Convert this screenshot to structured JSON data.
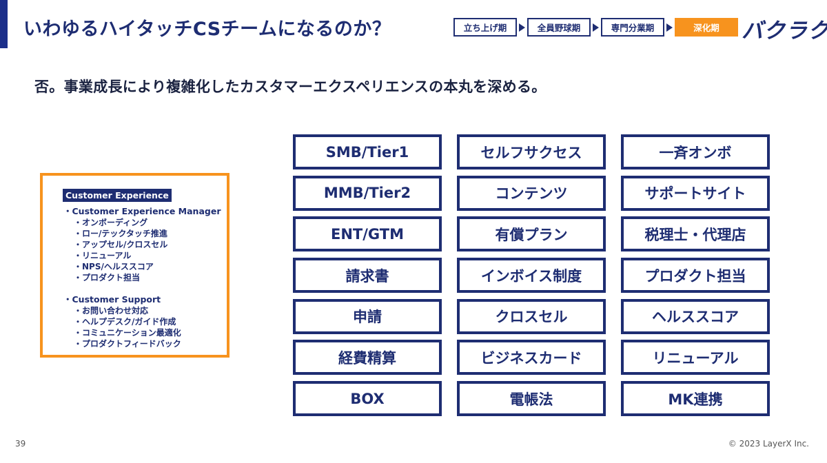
{
  "header": {
    "title": "いわゆるハイタッチCSチームになるのか？",
    "logo_text": "バクラク",
    "accent_color": "#1e2d72",
    "highlight_color": "#f7931e"
  },
  "stepper": {
    "steps": [
      {
        "label": "立ち上げ期",
        "active": false
      },
      {
        "label": "全員野球期",
        "active": false
      },
      {
        "label": "専門分業期",
        "active": false
      },
      {
        "label": "深化期",
        "active": true
      }
    ]
  },
  "subtitle": "否。事業成長により複雑化したカスタマーエクスペリエンスの本丸を深める。",
  "cx_box": {
    "header": "Customer Experience",
    "sections": [
      {
        "title": "・Customer Experience Manager",
        "items": [
          "・オンボーディング",
          "・ロー/テックタッチ推進",
          "・アップセル/クロスセル",
          "・リニューアル",
          "・NPS/ヘルススコア",
          "・プロダクト担当"
        ]
      },
      {
        "title": "・Customer Support",
        "items": [
          "・お問い合わせ対応",
          "・ヘルプデスク/ガイド作成",
          "・コミュニケーション最適化",
          "・プロダクトフィードバック"
        ]
      }
    ]
  },
  "grid": {
    "cells": [
      "SMB/Tier1",
      "セルフサクセス",
      "一斉オンボ",
      "MMB/Tier2",
      "コンテンツ",
      "サポートサイト",
      "ENT/GTM",
      "有償プラン",
      "税理士・代理店",
      "請求書",
      "インボイス制度",
      "プロダクト担当",
      "申請",
      "クロスセル",
      "ヘルススコア",
      "経費精算",
      "ビジネスカード",
      "リニューアル",
      "BOX",
      "電帳法",
      "MK連携"
    ]
  },
  "footer": {
    "page_number": "39",
    "copyright": "© 2023 LayerX Inc."
  }
}
